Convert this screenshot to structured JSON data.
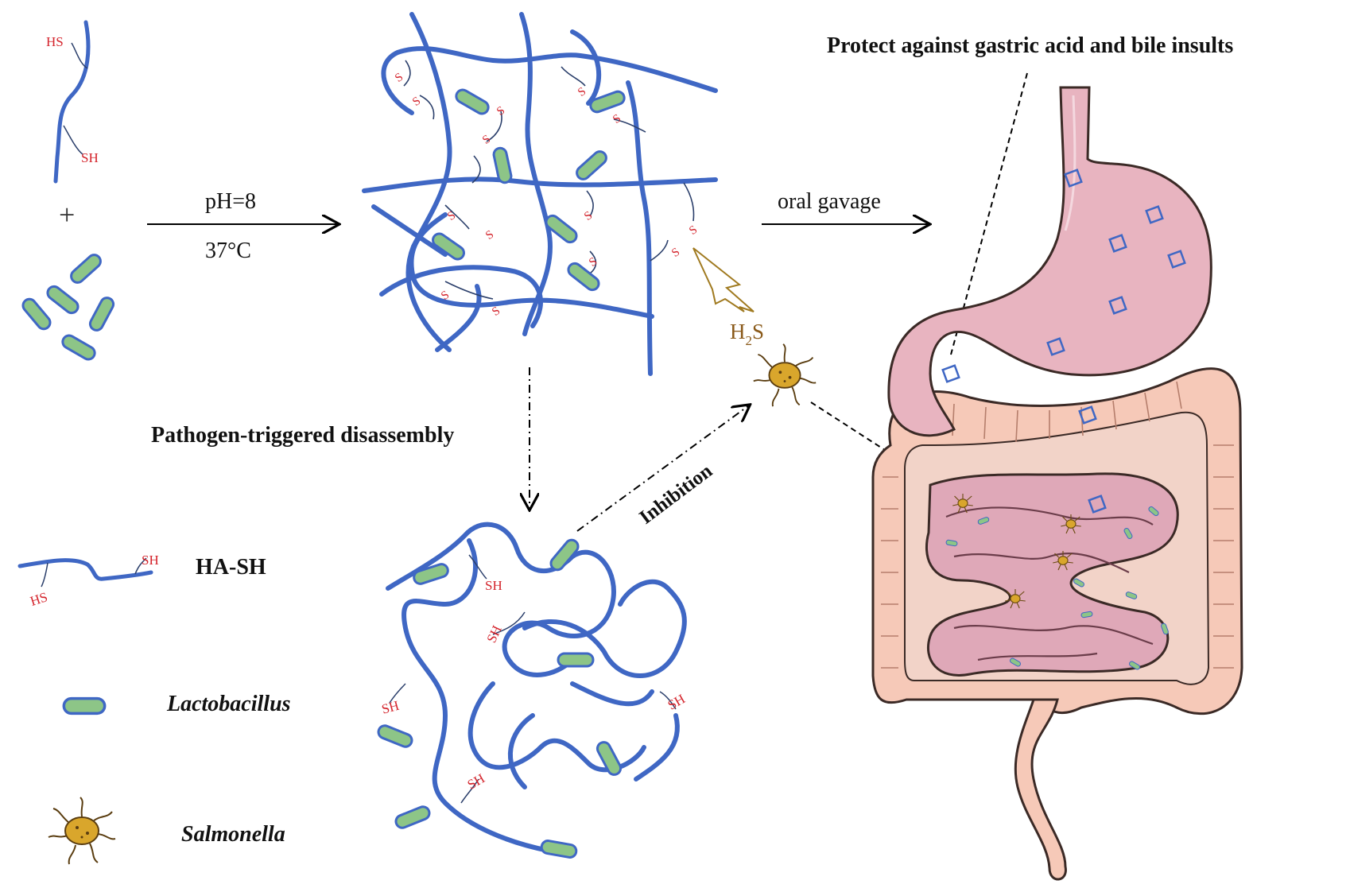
{
  "labels": {
    "hs": "HS",
    "sh": "SH",
    "plus": "+",
    "ph": "pH=8",
    "temp": "37°C",
    "s": "S",
    "h2s_h": "H",
    "h2s_sub": "2",
    "h2s_s": "S",
    "oral_gavage": "oral gavage",
    "protect": "Protect against gastric acid and bile insults",
    "disassembly": "Pathogen-triggered disassembly",
    "inhibition": "Inhibition"
  },
  "legend": {
    "ha_sh": "HA-SH",
    "lactobacillus": "Lactobacillus",
    "salmonella": "Salmonella"
  },
  "colors": {
    "polymer": "#3f67c4",
    "bacteria_fill": "#8dc587",
    "bacteria_stroke": "#3f67c4",
    "thiol_text": "#d4232b",
    "salmonella": "#d9a62c",
    "h2s_text": "#8a5a1a",
    "stomach": "#e8b4c0",
    "colon": "#f6c9b8"
  },
  "icons": [
    "lightning-icon",
    "salmonella-icon",
    "lactobacillus-icon"
  ]
}
